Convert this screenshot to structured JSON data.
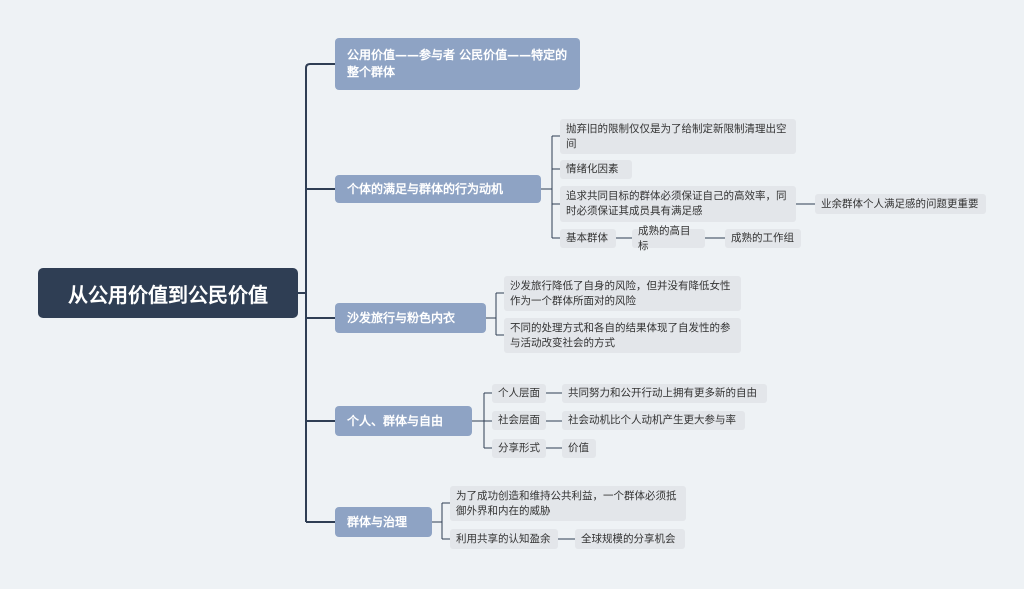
{
  "root": "从公用价值到公民价值",
  "branches": {
    "b1": "公用价值——参与者 公民价值——特定的整个群体",
    "b2": "个体的满足与群体的行为动机",
    "b3": "沙发旅行与粉色内衣",
    "b4": "个人、群体与自由",
    "b5": "群体与治理"
  },
  "leaves": {
    "b2_1": "抛弃旧的限制仅仅是为了给制定新限制清理出空间",
    "b2_2": "情绪化因素",
    "b2_3": "追求共同目标的群体必须保证自己的高效率，同时必须保证其成员具有满足感",
    "b2_3_1": "业余群体个人满足感的问题更重要",
    "b2_4": "基本群体",
    "b2_4_1": "成熟的高目标",
    "b2_4_2": "成熟的工作组",
    "b3_1": "沙发旅行降低了自身的风险，但并没有降低女性作为一个群体所面对的风险",
    "b3_2": "不同的处理方式和各自的结果体现了自发性的参与活动改变社会的方式",
    "b4_1": "个人层面",
    "b4_1_1": "共同努力和公开行动上拥有更多新的自由",
    "b4_2": "社会层面",
    "b4_2_1": "社会动机比个人动机产生更大参与率",
    "b4_3": "分享形式",
    "b4_3_1": "价值",
    "b5_1": "为了成功创造和维持公共利益，一个群体必须抵御外界和内在的威胁",
    "b5_2": "利用共享的认知盈余",
    "b5_2_1": "全球规模的分享机会"
  },
  "colors": {
    "root_bg": "#2f3e54",
    "branch_bg": "#8ea3c4",
    "leaf_bg": "#e3e6ea",
    "line": "#2f3e54"
  }
}
